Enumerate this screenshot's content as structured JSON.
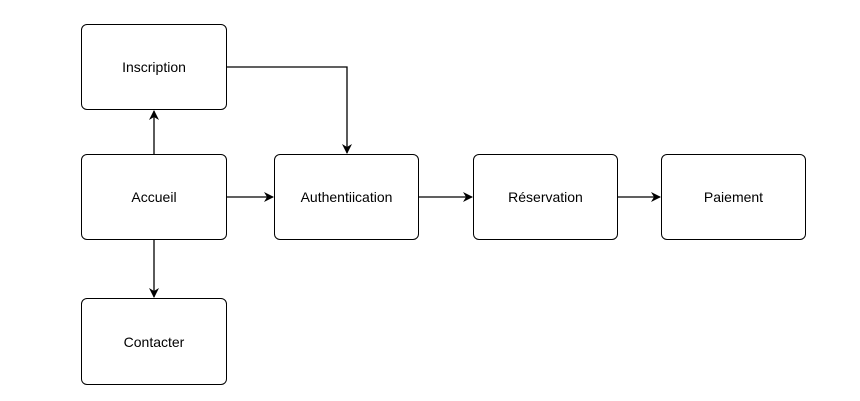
{
  "diagram": {
    "nodes": {
      "inscription": {
        "label": "Inscription"
      },
      "accueil": {
        "label": "Accueil"
      },
      "contacter": {
        "label": "Contacter"
      },
      "authentification": {
        "label": "Authentiication"
      },
      "reservation": {
        "label": "Réservation"
      },
      "paiement": {
        "label": "Paiement"
      }
    },
    "edges": [
      {
        "from": "accueil",
        "to": "inscription"
      },
      {
        "from": "accueil",
        "to": "contacter"
      },
      {
        "from": "accueil",
        "to": "authentification"
      },
      {
        "from": "inscription",
        "to": "authentification"
      },
      {
        "from": "authentification",
        "to": "reservation"
      },
      {
        "from": "reservation",
        "to": "paiement"
      }
    ],
    "colors": {
      "stroke": "#000000",
      "fill": "#ffffff",
      "text": "#000000"
    }
  }
}
